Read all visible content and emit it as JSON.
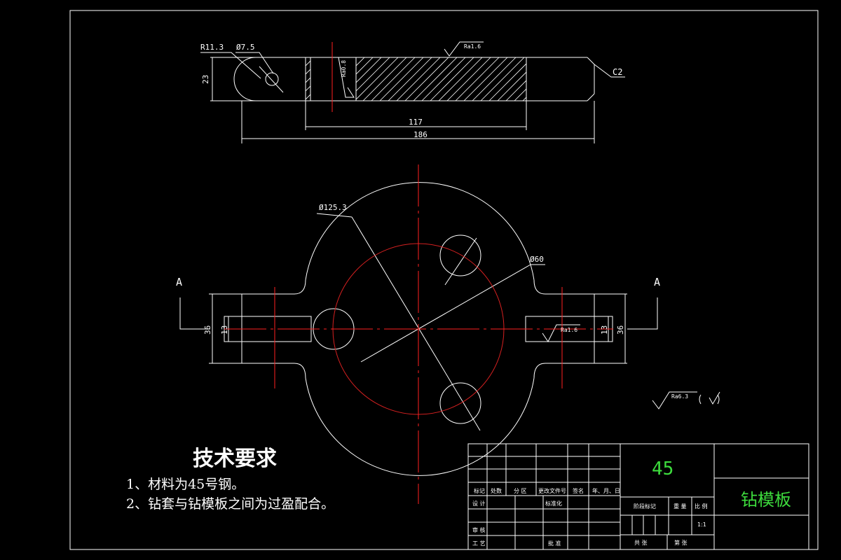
{
  "top_view": {
    "radius_label": "R11.3",
    "hole_label": "Ø7.5",
    "height_label": "23",
    "roughness_top": "Ra1.6",
    "roughness_side": "Ra0.8",
    "chamfer_label": "C2",
    "inner_length": "117",
    "total_length": "186"
  },
  "plan_view": {
    "outer_diameter": "Ø125.3",
    "bolt_circle": "Ø60",
    "section_marker_left": "A",
    "section_marker_right": "A",
    "slot_width_left": "36",
    "slot_height_left": "13",
    "slot_width_right": "36",
    "slot_height_right": "13",
    "slot_roughness": "Ra1.6"
  },
  "general_roughness": "Ra6.3",
  "requirements": {
    "title": "技术要求",
    "items": [
      "1、材料为45号钢。",
      "2、钻套与钻模板之间为过盈配合。"
    ]
  },
  "title_block": {
    "material": "45",
    "part_name": "钻模板",
    "scale": "1:1",
    "row_headers": [
      "标记",
      "处数",
      "分 区",
      "更改文件号",
      "签名",
      "年、月、日"
    ],
    "designer_label": "设 计",
    "standardize_label": "标准化",
    "review_label": "审 核",
    "process_label": "工 艺",
    "approve_label": "批 准",
    "stage_mark_label": "阶段标记",
    "weight_label": "重 量",
    "ratio_label": "比 例",
    "sheets_total": "共   张",
    "sheet_no": "第   张"
  },
  "colors": {
    "line": "#ffffff",
    "centerline": "#ff2020",
    "bolt_circle": "#d42020",
    "title_block_text": "#3ddc3d"
  }
}
